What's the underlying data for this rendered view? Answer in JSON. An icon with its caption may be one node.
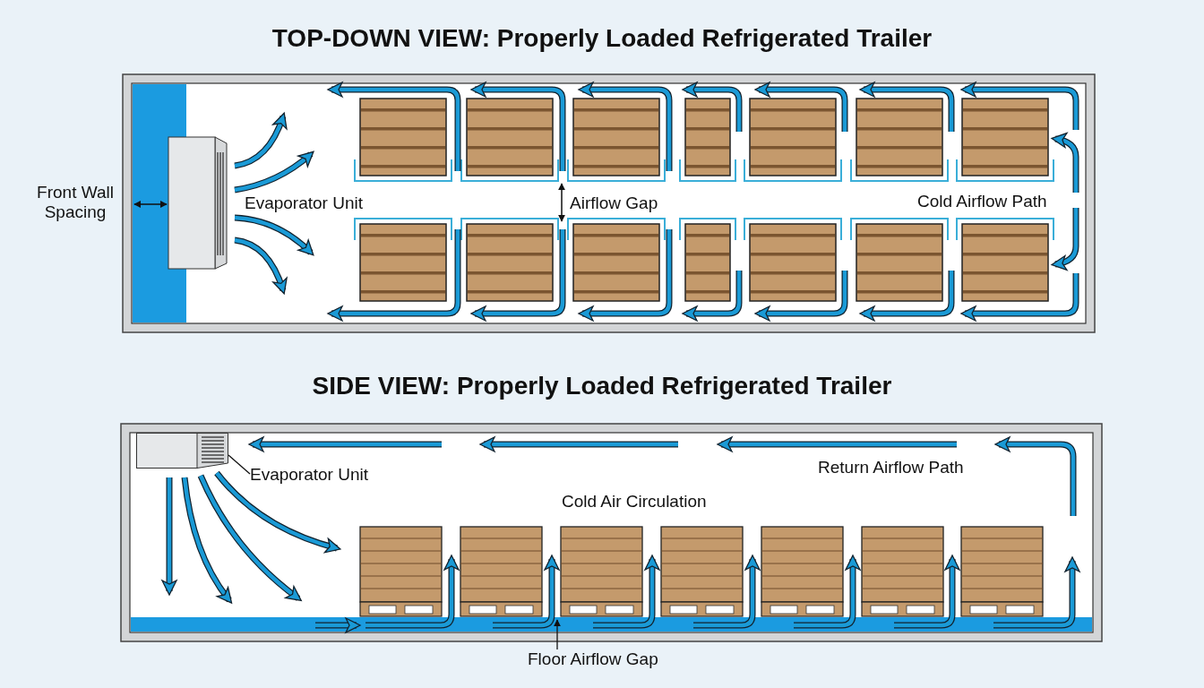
{
  "diagram": {
    "title": "TOP-DOWN VIEW: Properly Loaded Refrigerated Trailer",
    "nodes": [
      {
        "text": [
          "Evaporator Unit"
        ]
      },
      {
        "text": [],
        "shape": "box"
      },
      {
        "text": [
          "Floor Airflow Gap"
        ]
      }
    ],
    "edges": [
      {
        "from": 0,
        "to": 1,
        "arrow": "none"
      },
      {
        "from": 2,
        "to": null,
        "arrow": "to"
      }
    ],
    "labels": [
      "Front Wall Spacing",
      "Evaporator Unit",
      "Airflow Gap",
      "Cold Airflow Path",
      "SIDE VIEW: Properly Loaded Refrigerated Trailer",
      "Return Airflow Path",
      "Cold Air Circulation"
    ]
  }
}
